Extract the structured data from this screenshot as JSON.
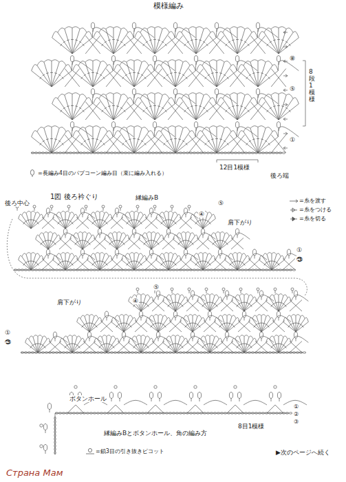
{
  "diagram": {
    "title": "模様編み",
    "labels": [
      "⑧",
      "⑤",
      "①",
      "8段1模様",
      "12目1模様",
      "後ろ端",
      "1図 後ろ衿ぐり",
      "後ろ中心",
      "縁編みB",
      "⑤",
      "④",
      "肩下がり",
      "①",
      "㉙",
      "肩下がり",
      "⑤",
      "④",
      "①",
      "㉙",
      "ボタンホール",
      "①",
      "②",
      "③",
      "8目1模様",
      "縁編みBとボタンホール、角の編み方",
      "▶次のページへ続く",
      "Страна Мам"
    ],
    "legend": [
      {
        "text": "=長編み4目のパプコーン編み目（束に編み入れる）"
      },
      {
        "text": "=糸を渡す"
      },
      {
        "text": "=糸をつける"
      },
      {
        "text": "=糸を切る"
      },
      {
        "text": "=鎖3目の引き抜きピコット"
      }
    ]
  }
}
